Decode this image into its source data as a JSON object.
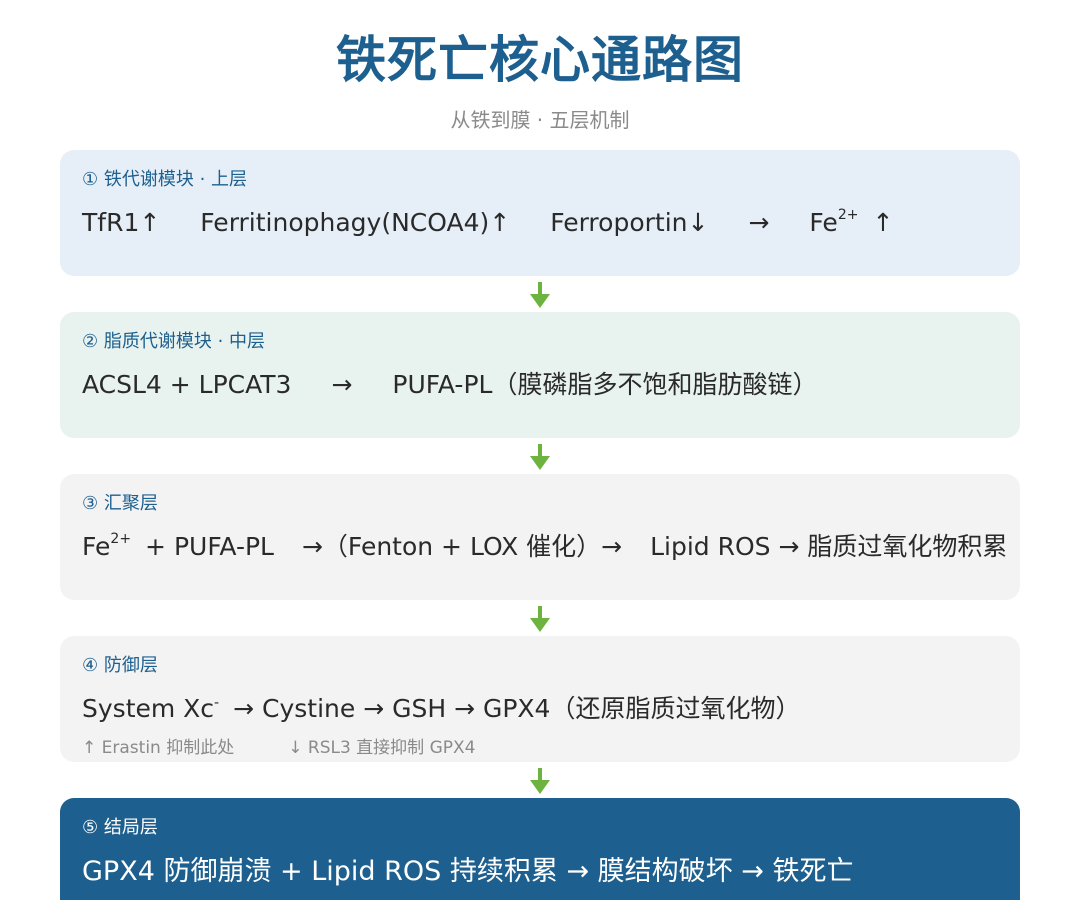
{
  "header": {
    "title": "铁死亡核心通路图",
    "subtitle": "从铁到膜 · 五层机制"
  },
  "colors": {
    "primary": "#1d5f8e",
    "arrow_green": "#6db33f",
    "layer1_bg": "#e6eff7",
    "layer2_bg": "#e8f2ee",
    "layer3_bg": "#f3f3f3",
    "layer4_bg": "#f3f3f3",
    "layer5_bg": "#1d5f8e"
  },
  "layers": [
    {
      "header": "① 铁代谢模块 · 上层",
      "items": [
        "TfR1↑",
        "Ferritinophagy(NCOA4)↑",
        "Ferroportin↓",
        "→",
        "Fe",
        "2+",
        "↑"
      ]
    },
    {
      "header": "② 脂质代谢模块 · 中层",
      "items": [
        "ACSL4 + LPCAT3",
        "→",
        "PUFA-PL（膜磷脂多不饱和脂肪酸链）"
      ]
    },
    {
      "header": "③ 汇聚层",
      "items": [
        "Fe",
        "2+",
        "+ PUFA-PL",
        "→（Fenton + LOX 催化）→",
        "Lipid ROS → 脂质过氧化物积累"
      ]
    },
    {
      "header": "④ 防御层",
      "items": [
        "System Xc",
        "-",
        "→ Cystine → GSH → GPX4（还原脂质过氧化物）"
      ],
      "notes": [
        "↑ Erastin 抑制此处",
        "↓ RSL3 直接抑制 GPX4"
      ]
    },
    {
      "header": "⑤ 结局层",
      "items": [
        "GPX4 防御崩溃 + Lipid ROS 持续积累 → 膜结构破坏 → 铁死亡"
      ]
    }
  ],
  "connectors": {
    "icon": "down-arrow-icon",
    "count": 4
  }
}
